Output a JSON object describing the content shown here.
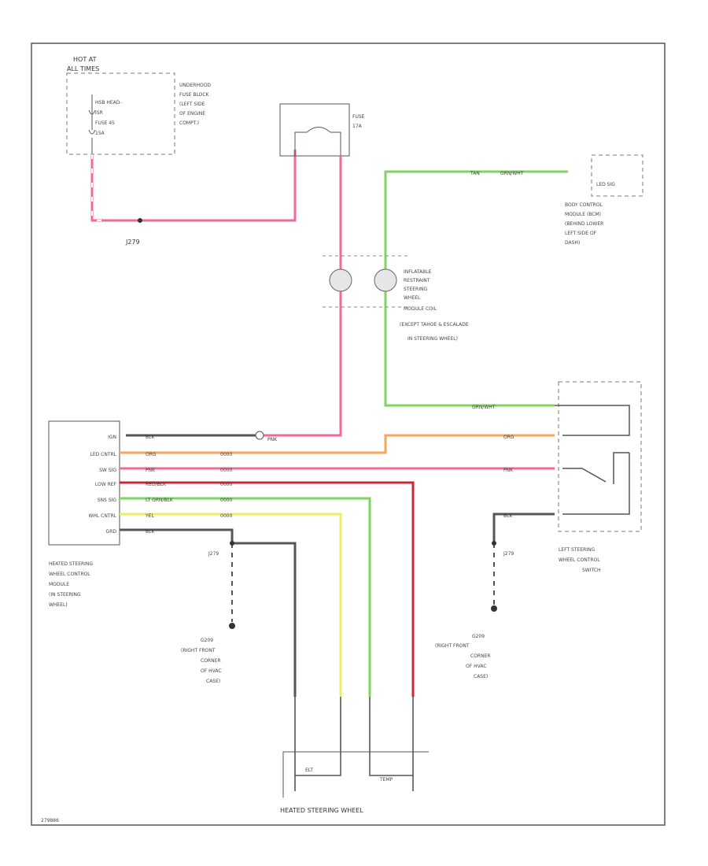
{
  "colors": {
    "pink": "#f06a9a",
    "green": "#7fd65f",
    "orange": "#f5a65a",
    "yellow": "#eeee66",
    "red": "#c8283c",
    "gray": "#555555",
    "black": "#333333"
  },
  "labels": {
    "hot_at": "HOT AT",
    "hot_at_2": "ALL TIMES",
    "fuse_name_1": "HSB HEAD-",
    "fuse_name_2": "ISR",
    "fuse_name_3": "FUSE 45",
    "fuse_name_4": "15A",
    "underhood_1": "UNDERHOOD",
    "underhood_2": "FUSE BLOCK",
    "underhood_3": "(LEFT SIDE",
    "underhood_4": "OF ENGINE",
    "underhood_5": "COMPT.)",
    "fuse_top_1": "FUSE",
    "fuse_top_2": "17A",
    "splice_j279": "J279",
    "led_box": "LED SIG",
    "bcm_1": "BODY CONTROL",
    "bcm_2": "MODULE (BCM)",
    "bcm_3": "(BEHIND LOWER",
    "bcm_4": "LEFT SIDE OF",
    "bcm_5": "DASH)",
    "ir_1": "INFLATABLE",
    "ir_2": "RESTRAINT",
    "ir_3": "STEERING",
    "ir_4": "WHEEL",
    "ir_5": "MODULE COIL",
    "ir_6": "(EXCEPT TAHOE & ESCALADE",
    "ir_7": "IN STEERING WHEEL)",
    "hswcm_1": "HEATED STEERING",
    "hswcm_2": "WHEEL CONTROL",
    "hswcm_3": "MODULE",
    "hswcm_4": "(IN STEERING",
    "hswcm_5": "WHEEL)",
    "g_left_1": "G209",
    "g_left_2": "(RIGHT FRONT",
    "g_left_3": "CORNER",
    "g_left_4": "OF HVAC",
    "g_left_5": "CASE)",
    "g_right_1": "G209",
    "g_right_2": "(RIGHT FRONT",
    "g_right_3": "CORNER",
    "g_right_4": "OF HVAC",
    "g_right_5": "CASE)",
    "lswcs_1": "LEFT STEERING",
    "lswcs_2": "WHEEL CONTROL",
    "lswcs_3": "SWITCH",
    "hsw_bottom": "HEATED STEERING WHEEL",
    "elem_1": "ELT",
    "elem_2": "TEMP",
    "corner": "279886"
  },
  "module_pins": [
    "IGN",
    "LED CNTRL",
    "SW SIG",
    "LOW REF",
    "SNS SIG",
    "WHL CNTRL",
    "GRD"
  ],
  "wire_tags": {
    "pnk": "PNK",
    "org": "ORG",
    "red_blk": "RED/BLK",
    "lt_grn_blk": "LT GRN/BLK",
    "yel": "YEL",
    "blk": "BLK",
    "grn_wht": "GRN/WHT",
    "tan_grn": "TAN",
    "dash": "0000"
  }
}
